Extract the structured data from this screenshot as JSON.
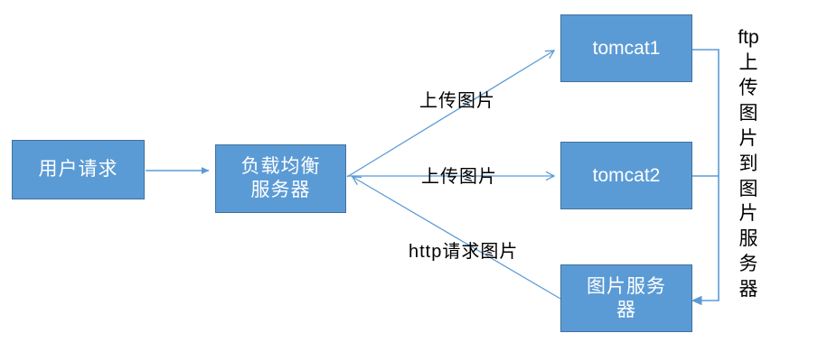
{
  "diagram": {
    "title": "load-balanced image upload architecture",
    "colors": {
      "node_fill": "#5b9bd5",
      "node_border": "#41719c",
      "node_text": "#ffffff",
      "connector": "#5b9bd5",
      "label_text": "#000000",
      "background": "#ffffff"
    },
    "nodes": [
      {
        "id": "user-request",
        "label": "用户请求"
      },
      {
        "id": "load-balancer",
        "label": "负载均衡服务器"
      },
      {
        "id": "tomcat1",
        "label": "tomcat1"
      },
      {
        "id": "tomcat2",
        "label": "tomcat2"
      },
      {
        "id": "image-server",
        "label": "图片服务器"
      }
    ],
    "edge_labels": {
      "upload_to_tomcat1": "上传图片",
      "upload_to_tomcat2": "上传图片",
      "http_request_image": "http请求图片"
    },
    "vertical_label": {
      "text": "ftp上传图片到图片服务器",
      "chars": [
        "ftp",
        "上",
        "传",
        "图",
        "片",
        "到",
        "图",
        "片",
        "服",
        "务",
        "器"
      ]
    }
  }
}
